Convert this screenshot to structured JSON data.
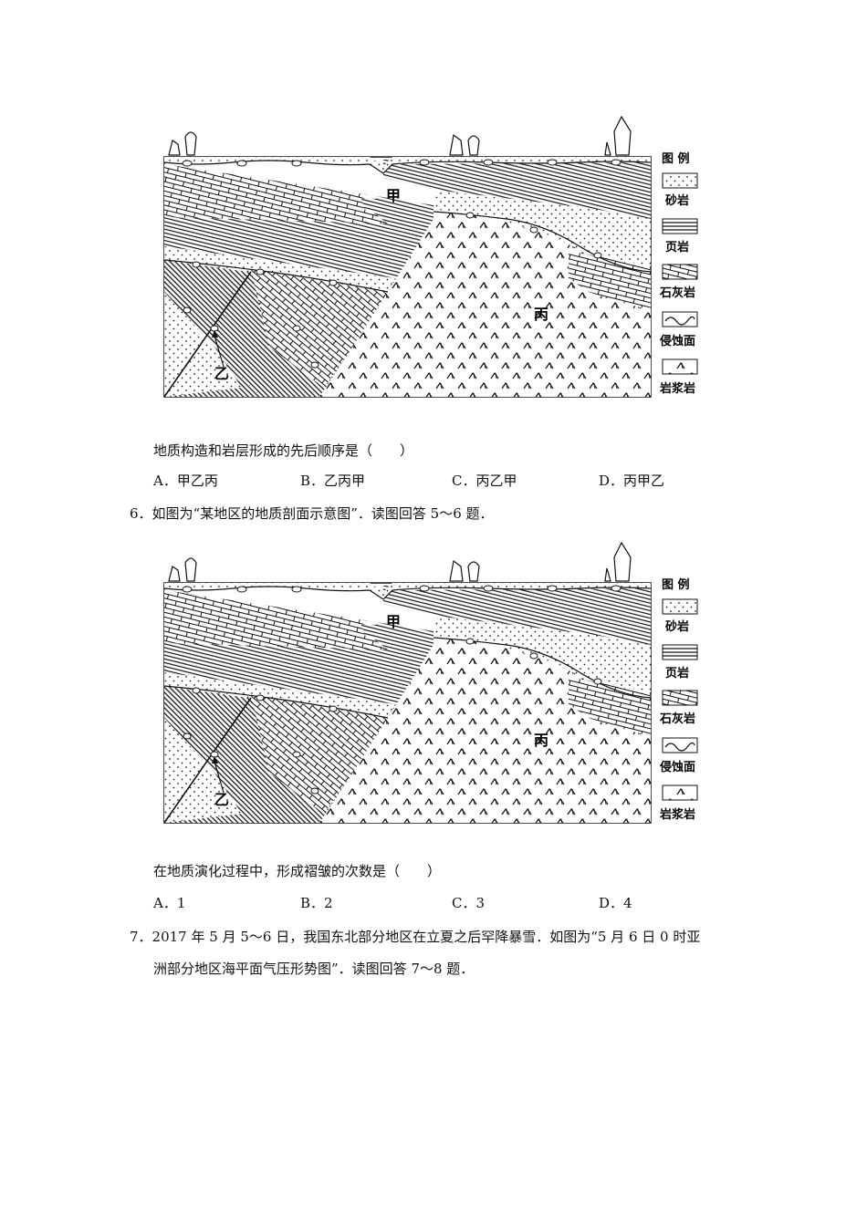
{
  "figure": {
    "legend_title": "图 例",
    "legend": [
      "砂岩",
      "页岩",
      "石灰岩",
      "侵蚀面",
      "岩浆岩"
    ],
    "labels": {
      "jia": "甲",
      "yi": "乙",
      "bing": "丙"
    }
  },
  "q5": {
    "stem": "地质构造和岩层形成的先后顺序是（　　）",
    "options": [
      "A．甲乙丙",
      "B．乙丙甲",
      "C．丙乙甲",
      "D．丙甲乙"
    ]
  },
  "q6": {
    "intro": "6．如图为“某地区的地质剖面示意图”．读图回答 5～6 题．",
    "stem": "在地质演化过程中，形成褶皱的次数是（　　）",
    "options": [
      "A．1",
      "B．2",
      "C．3",
      "D．4"
    ]
  },
  "q7": {
    "line1": "7．2017 年 5 月 5～6 日，我国东北部分地区在立夏之后罕降暴雪．如图为“5 月 6 日 0 时亚",
    "line2": "洲部分地区海平面气压形势图”．读图回答 7～8 题．"
  }
}
